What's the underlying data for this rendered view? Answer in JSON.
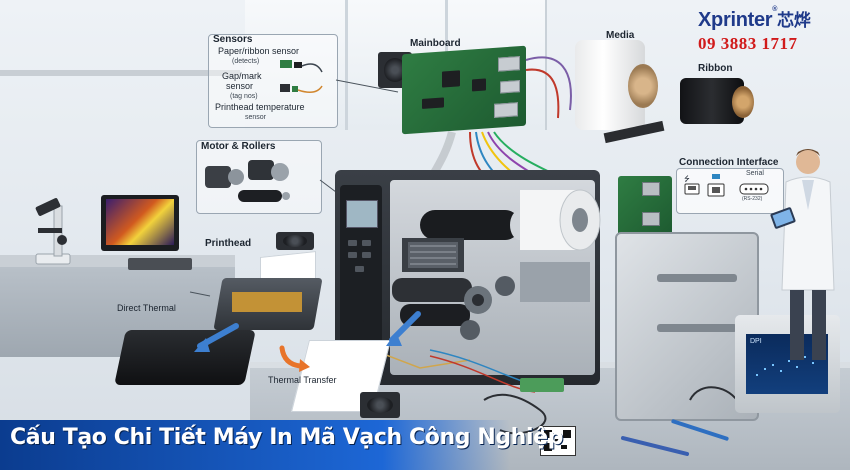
{
  "brand": {
    "logo": "Xprinter",
    "logo_registered": "®",
    "logo_cn": "芯烨",
    "phone": "09 3883 1717",
    "color": "#1f3a8a",
    "phone_color": "#d11a1a"
  },
  "title": "Cấu Tạo Chi Tiết Máy In Mã Vạch Công Nghiệp",
  "labels": {
    "sensors": "Sensors",
    "paper_ribbon_sensor": "Paper/ribbon sensor",
    "detects": "(detects)",
    "gap_mark": "Gap/mark",
    "sensor": "sensor",
    "tag_nos": "(tag nos)",
    "printhead_temp": "Printhead temperature",
    "printhead_temp_sensor": "sensor",
    "mainboard": "Mainboard",
    "media": "Media",
    "ribbon": "Ribbon",
    "motor_rollers": "Motor & Rollers",
    "connection_interface": "Connection Interface",
    "serial": "Serial",
    "serial_sub": "(RS-232)",
    "printhead": "Printhead",
    "direct_thermal": "Direct Thermal",
    "thermal_transfer": "Thermal Transfer",
    "dpi": "DPI"
  },
  "colors": {
    "title_bar": "#1d67d6",
    "pcb_green": "#2f7d43",
    "printhead_gold": "#c39236",
    "arrow_blue": "#3d7fd0",
    "arrow_orange": "#e8742a"
  },
  "icons": [
    "usb-icon",
    "network-icon",
    "serial-port-icon"
  ]
}
